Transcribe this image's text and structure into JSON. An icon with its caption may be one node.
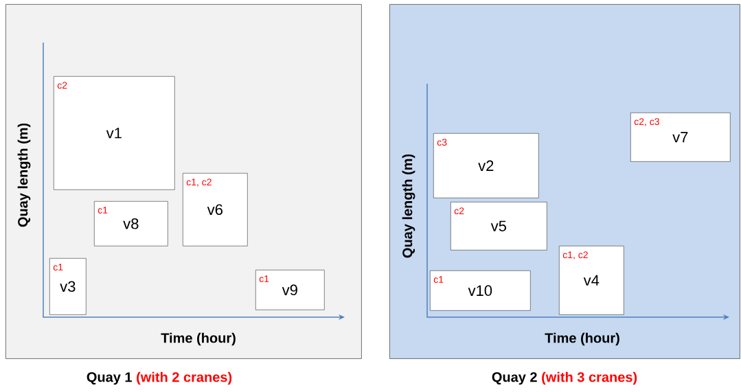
{
  "diagram": {
    "nodes": [
      {
        "text": [
          "Quay 1",
          "(with 2 cranes)"
        ]
      },
      {
        "text": [
          "c2",
          "v1"
        ],
        "in": 0
      },
      {
        "text": [
          "c1, c2",
          "v6"
        ],
        "in": 0
      },
      {
        "text": [
          "c1",
          "v8"
        ],
        "in": 0
      },
      {
        "text": [
          "c1",
          "v3"
        ],
        "in": 0
      },
      {
        "text": [
          "c1",
          "v9"
        ],
        "in": 0
      },
      {
        "text": [
          "Quay 2",
          "(with 3 cranes)"
        ]
      },
      {
        "text": [
          "c2, c3",
          "v7"
        ],
        "in": 6
      },
      {
        "text": [
          "c3",
          "v2"
        ],
        "in": 6
      },
      {
        "text": [
          "c2",
          "v5"
        ],
        "in": 6
      },
      {
        "text": [
          "c1, c2",
          "v4"
        ],
        "in": 6
      },
      {
        "text": [
          "c1",
          "v10"
        ],
        "in": 6
      }
    ],
    "labels": [
      "Quay length (m)",
      "Time (hour)",
      "Quay length (m)",
      "Time (hour)"
    ]
  }
}
